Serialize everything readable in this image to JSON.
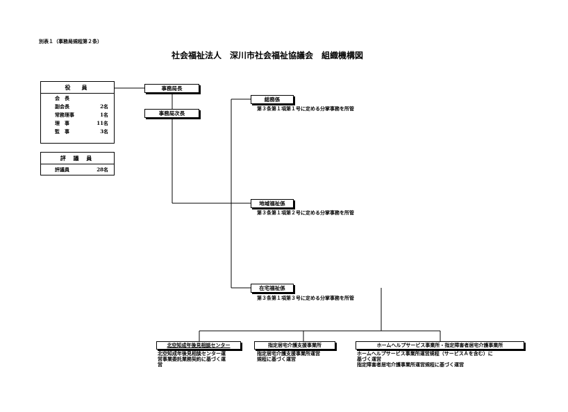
{
  "header": {
    "note": "別表１（事務局規程第２条）",
    "title": "社会福祉法人　深川市社会福祉協議会　組織機構図"
  },
  "officers": {
    "heading": "役　員",
    "rows": [
      {
        "label": "会　長",
        "value": ""
      },
      {
        "label": "副会長",
        "value": "2名"
      },
      {
        "label": "常務理事",
        "value": "1名"
      },
      {
        "label": "理　事",
        "value": "11名"
      },
      {
        "label": "監　事",
        "value": "3名"
      }
    ]
  },
  "councillors": {
    "heading": "評 議 員",
    "rows": [
      {
        "label": "評議員",
        "value": "28名"
      }
    ]
  },
  "secretariat": {
    "chief": "事務局長",
    "deputy": "事務局次長"
  },
  "sections": [
    {
      "name": "総務係",
      "desc": "第３条第１項第１号に定める分掌事務を所管"
    },
    {
      "name": "地域福祉係",
      "desc": "第３条第１項第２号に定める分掌事務を所管"
    },
    {
      "name": "在宅福祉係",
      "desc": "第３条第１項第３号に定める分掌事務を所管"
    }
  ],
  "units": [
    {
      "name": "北空知成年後見相談センター",
      "desc_lines": [
        "北空知成年後見相談センター運",
        "営事業委託業務契約に基づく運",
        "営"
      ]
    },
    {
      "name": "指定居宅介護支援事業所",
      "desc_lines": [
        "指定居宅介護支援事業所運営",
        "規程に基づく運営"
      ]
    },
    {
      "name": "ホームヘルプサービス事業所・指定障害者居宅介護事業所",
      "desc_lines": [
        "ホームヘルプサービス事業所運営規程（サービスＡを含む）に",
        "基づく運営",
        "指定障害者居宅介護事業所運営規程に基づく運営"
      ]
    }
  ]
}
